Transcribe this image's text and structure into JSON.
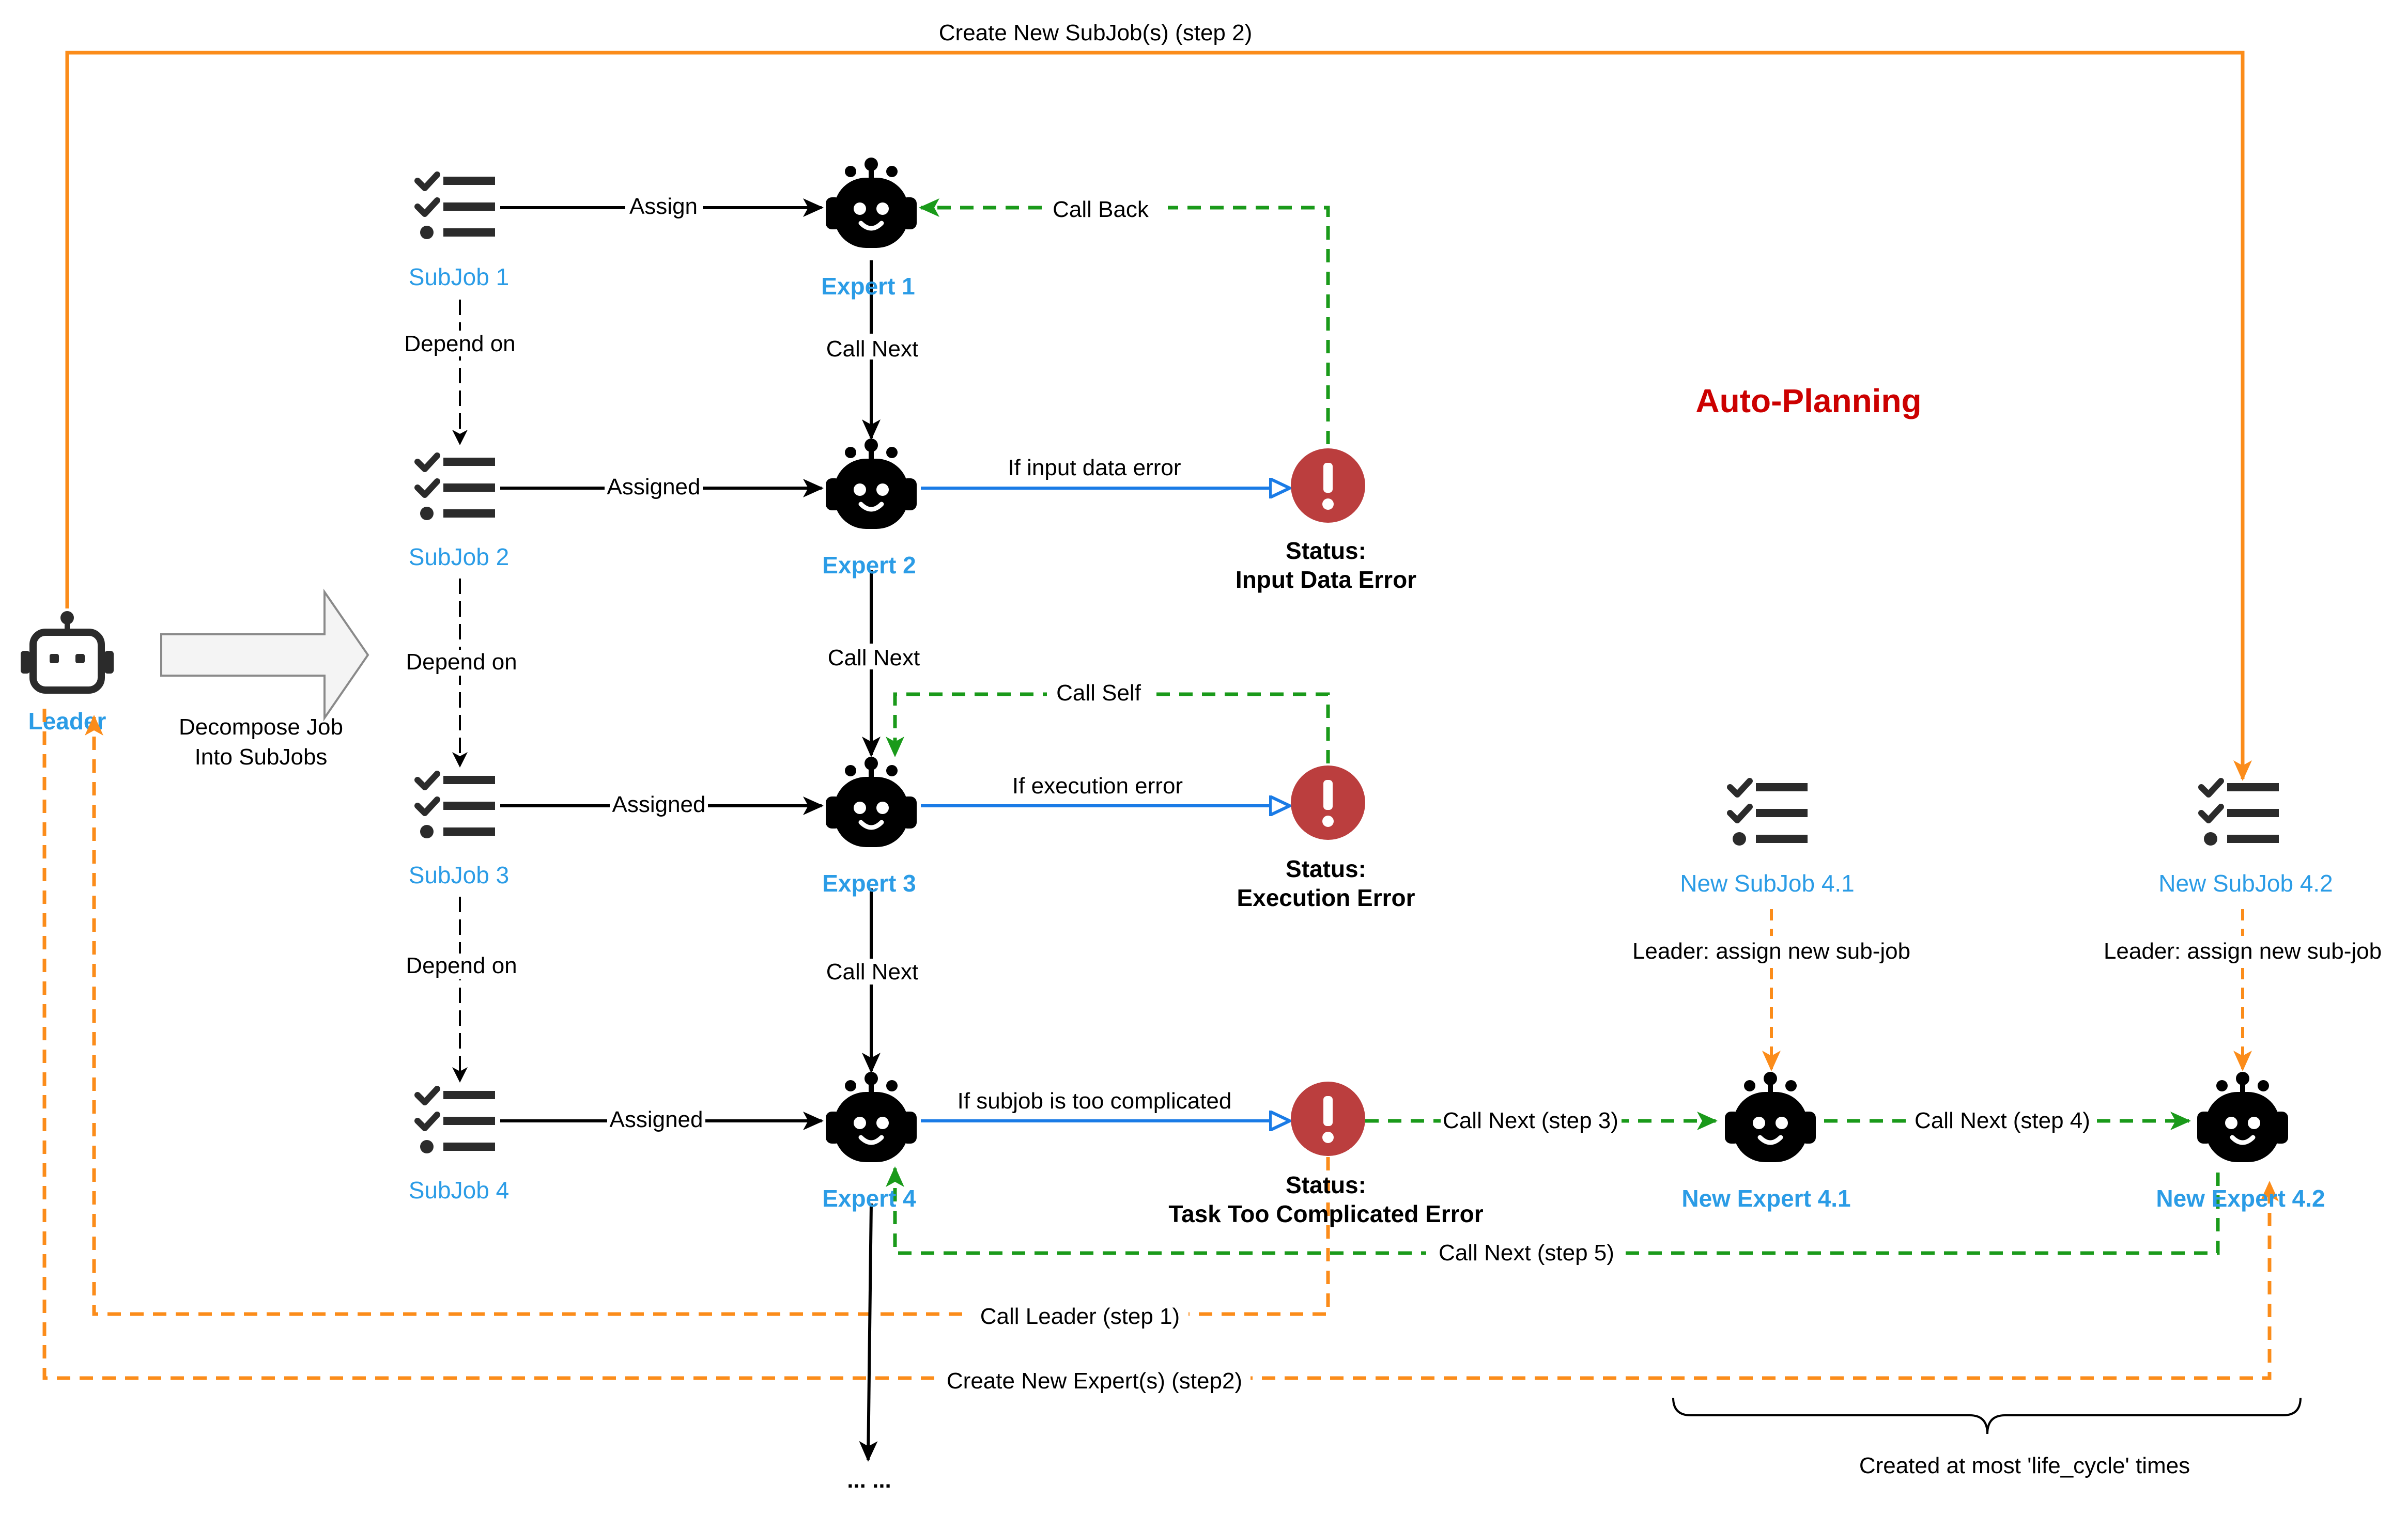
{
  "title": "Auto-Planning",
  "leader": {
    "label": "Leader",
    "decompose": [
      "Decompose Job",
      "Into SubJobs"
    ]
  },
  "subjobs": [
    {
      "label": "SubJob 1",
      "assign": "Assign"
    },
    {
      "label": "SubJob 2",
      "assign": "Assigned"
    },
    {
      "label": "SubJob 3",
      "assign": "Assigned"
    },
    {
      "label": "SubJob 4",
      "assign": "Assigned"
    }
  ],
  "depend_on": "Depend on",
  "experts": [
    "Expert 1",
    "Expert 2",
    "Expert 3",
    "Expert 4"
  ],
  "call_next": "Call Next",
  "call_back": "Call Back",
  "call_self": "Call Self",
  "conditions": {
    "input": "If input data error",
    "execution": "If execution error",
    "complicated": "If subjob is too complicated"
  },
  "statuses": {
    "input": [
      "Status:",
      "Input Data Error"
    ],
    "execution": [
      "Status:",
      "Execution Error"
    ],
    "complicated": [
      "Status:",
      "Task Too Complicated Error"
    ]
  },
  "new_subjobs": [
    "New SubJob 4.1",
    "New SubJob 4.2"
  ],
  "leader_assign": "Leader: assign new sub-job",
  "new_experts": [
    "New Expert 4.1",
    "New Expert 4.2"
  ],
  "flows": {
    "create_subjobs": "Create New SubJob(s) (step 2)",
    "call_next_3": "Call Next (step 3)",
    "call_next_4": "Call Next (step 4)",
    "call_next_5": "Call Next (step 5)",
    "call_leader": "Call Leader (step 1)",
    "create_experts": "Create New Expert(s) (step2)"
  },
  "lifecycle_note": "Created at most 'life_cycle' times",
  "continuation": "... ...",
  "colors": {
    "orange": "#fb8c1a",
    "green": "#1a9a1a",
    "blue": "#1a7be6",
    "label_blue": "#2b9ce6",
    "error_red": "#bb3e3e",
    "title_red": "#cc0000"
  },
  "icons": [
    "leader-robot-icon",
    "checklist-icon",
    "robot-icon",
    "error-icon",
    "block-arrow-icon"
  ]
}
